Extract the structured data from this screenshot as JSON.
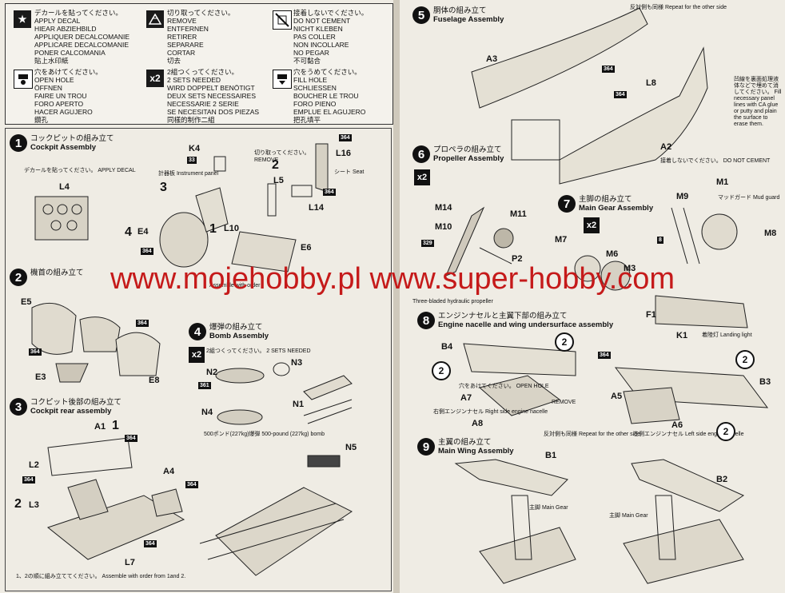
{
  "legend": {
    "decal": {
      "icon": "★",
      "lines": [
        "デカールを貼ってください。",
        "APPLY DECAL",
        "HIEAR ABZIEHBILD",
        "APPLIQUER DECALCOMANIE",
        "APPLICARE DECALCOMANIE",
        "PONER CALCOMANIA",
        "貼上水印紙"
      ]
    },
    "remove": {
      "lines": [
        "切り取ってください。",
        "REMOVE",
        "ENTFERNEN",
        "RETIRER",
        "SEPARARE",
        "CORTAR",
        "切去"
      ]
    },
    "nocement": {
      "lines": [
        "接着しないでください。",
        "DO NOT CEMENT",
        "NICHT KLEBEN",
        "PAS COLLER",
        "NON INCOLLARE",
        "NO PEGAR",
        "不可黏合"
      ]
    },
    "openhole": {
      "lines": [
        "穴をあけてください。",
        "OPEN HOLE",
        "ÖFFNEN",
        "FAIRE UN TROU",
        "FORO APERTO",
        "HACER AGUJERO",
        "鑽孔"
      ]
    },
    "twosets": {
      "icon": "x2",
      "lines": [
        "2組つくってください。",
        "2 SETS NEEDED",
        "WIRD DOPPELT BENÖTIGT",
        "DEUX SETS NECESSAIRES",
        "NECESSARIE 2 SERIE",
        "SE NECESITAN DOS PIEZAS",
        "同樣的制作二組"
      ]
    },
    "fillhole": {
      "lines": [
        "穴をうめてください。",
        "FILL HOLE",
        "SCHLIESSEN",
        "BOUCHER LE TROU",
        "FORO PIENO",
        "EMPLUE EL AGUJERO",
        "把孔填平"
      ]
    }
  },
  "steps": {
    "s1": {
      "n": "1",
      "jp": "コックピットの組み立て",
      "en": "Cockpit Assembly"
    },
    "s2": {
      "n": "2",
      "jp": "機首の組み立て",
      "en": ""
    },
    "s3": {
      "n": "3",
      "jp": "コクピット後部の組み立て",
      "en": "Cockpit rear assembly"
    },
    "s4": {
      "n": "4",
      "jp": "爆弾の組み立て",
      "en": "Bomb Assembly"
    },
    "s5": {
      "n": "5",
      "jp": "胴体の組み立て",
      "en": "Fuselage Assembly"
    },
    "s6": {
      "n": "6",
      "jp": "プロペラの組み立て",
      "en": "Propeller Assembly"
    },
    "s7": {
      "n": "7",
      "jp": "主脚の組み立て",
      "en": "Main Gear Assembly"
    },
    "s8": {
      "n": "8",
      "jp": "エンジンナセルと主翼下部の組み立て",
      "en": "Engine nacelle and wing undersurface assembly"
    },
    "s9": {
      "n": "9",
      "jp": "主翼の組み立て",
      "en": "Main Wing Assembly"
    }
  },
  "notes": {
    "apply_decal": "デカールを貼ってください。 APPLY DECAL",
    "remove_jp": "切り取ってください。",
    "remove_en": "REMOVE",
    "instrument": "計器板 Instrument panel",
    "seat": "シート Seat",
    "sets_needed": "2組つくってください。 2 SETS NEEDED",
    "bomb": "500ポンド(227kg)爆弾 500-pound (227kg) bomb",
    "assemble_order": "1、2の順に組み立ててください。 Assemble with order from 1and 2.",
    "repeat_other": "反対側も同様 Repeat for the other side",
    "fill_panel": "凹線を裏面処理液体などで埋めて消してください。 Fill necessary panel lines with CA glue or putty and plain the surface to erase them.",
    "do_not_cement": "接着しないでください。 DO NOT CEMENT",
    "mud_guard": "マッドガード Mud guard",
    "hydraulic": "Three-bladed hydraulic propeller",
    "landing_light": "着陸灯 Landing light",
    "open_hole": "穴をあけてください。 OPEN HOLE",
    "right_nacelle": "右側エンジンナセル Right side engine nacelle",
    "left_nacelle": "左側エンジンナセル Left side engine nacelle",
    "main_gear": "主脚 Main Gear",
    "assembly_order": "Assemble with order"
  },
  "parts": [
    "K4",
    "L16",
    "L4",
    "L5",
    "E4",
    "L10",
    "L14",
    "E6",
    "E5",
    "E3",
    "E8",
    "N2",
    "N3",
    "N4",
    "N1",
    "N5",
    "A1",
    "L2",
    "L3",
    "A4",
    "L7",
    "A3",
    "L8",
    "A2",
    "M14",
    "M10",
    "M11",
    "P2",
    "M1",
    "M9",
    "M7",
    "M6",
    "M3",
    "M8",
    "F1",
    "K1",
    "B4",
    "A7",
    "A5",
    "A6",
    "A8",
    "B3",
    "B1",
    "B2"
  ],
  "paint_codes": [
    "364",
    "33",
    "8",
    "361",
    "329"
  ],
  "watermark": "www.mojehobby.pl www.super-hobby.com"
}
